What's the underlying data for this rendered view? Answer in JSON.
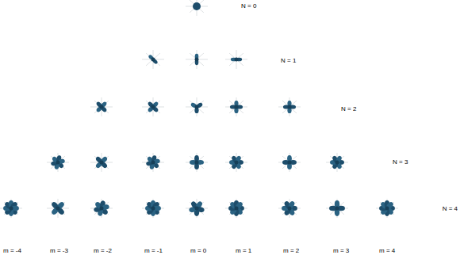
{
  "diagram": {
    "labels": [
      "N = 0",
      "N = 1",
      "N = 2",
      "N = 3",
      "N = 4",
      "m = -4",
      "m = -3",
      "m = -2",
      "m = -1",
      "m = 0",
      "m = 1",
      "m = 2",
      "m = 3",
      "m = 4"
    ]
  }
}
